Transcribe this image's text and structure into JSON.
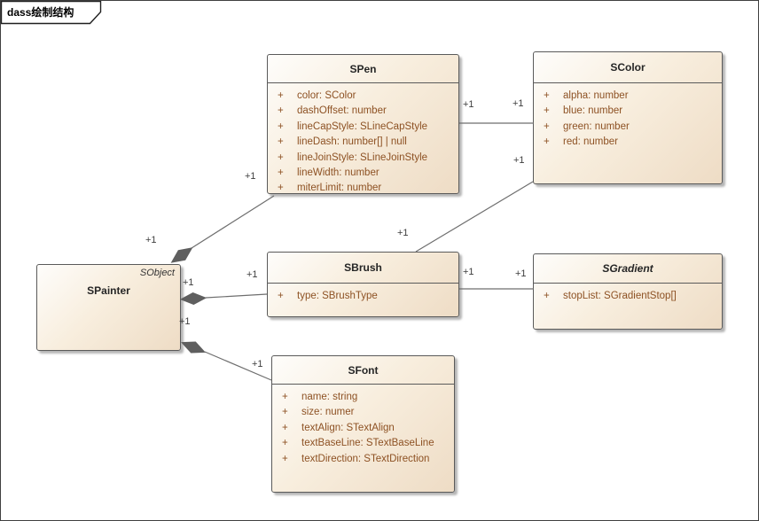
{
  "frame": {
    "label": "dass绘制结构"
  },
  "diagram": {
    "classes": [
      {
        "name": "SPainter",
        "stereotype": "SObject",
        "abstract": false,
        "attributes": []
      },
      {
        "name": "SPen",
        "abstract": false,
        "attributes": [
          {
            "vis": "+",
            "text": "color: SColor"
          },
          {
            "vis": "+",
            "text": "dashOffset: number"
          },
          {
            "vis": "+",
            "text": "lineCapStyle: SLineCapStyle"
          },
          {
            "vis": "+",
            "text": "lineDash: number[] | null"
          },
          {
            "vis": "+",
            "text": "lineJoinStyle: SLineJoinStyle"
          },
          {
            "vis": "+",
            "text": "lineWidth: number"
          },
          {
            "vis": "+",
            "text": "miterLimit: number"
          }
        ]
      },
      {
        "name": "SColor",
        "abstract": false,
        "attributes": [
          {
            "vis": "+",
            "text": "alpha: number"
          },
          {
            "vis": "+",
            "text": "blue: number"
          },
          {
            "vis": "+",
            "text": "green: number"
          },
          {
            "vis": "+",
            "text": "red: number"
          }
        ]
      },
      {
        "name": "SBrush",
        "abstract": false,
        "attributes": [
          {
            "vis": "+",
            "text": "type: SBrushType"
          }
        ]
      },
      {
        "name": "SGradient",
        "abstract": true,
        "attributes": [
          {
            "vis": "+",
            "text": "stopList: SGradientStop[]"
          }
        ]
      },
      {
        "name": "SFont",
        "abstract": false,
        "attributes": [
          {
            "vis": "+",
            "text": "name: string"
          },
          {
            "vis": "+",
            "text": "size: numer"
          },
          {
            "vis": "+",
            "text": "textAlign: STextAlign"
          },
          {
            "vis": "+",
            "text": "textBaseLine: STextBaseLine"
          },
          {
            "vis": "+",
            "text": "textDirection: STextDirection"
          }
        ]
      }
    ],
    "relations": [
      {
        "from": "SPainter",
        "to": "SPen",
        "type": "composition",
        "from_label": "+1",
        "to_label": "+1"
      },
      {
        "from": "SPainter",
        "to": "SBrush",
        "type": "composition",
        "from_label": "+1",
        "to_label": "+1"
      },
      {
        "from": "SPainter",
        "to": "SFont",
        "type": "composition",
        "from_label": "+1",
        "to_label": "+1"
      },
      {
        "from": "SPen",
        "to": "SColor",
        "type": "association",
        "from_label": "+1",
        "to_label": "+1"
      },
      {
        "from": "SBrush",
        "to": "SColor",
        "type": "association",
        "from_label": "+1",
        "to_label": "+1"
      },
      {
        "from": "SBrush",
        "to": "SGradient",
        "type": "association",
        "from_label": "+1",
        "to_label": "+1"
      }
    ],
    "colors": {
      "box_fill_top": "#fefdfb",
      "box_fill_bottom": "#eedcc5",
      "box_border": "#5a5a5a",
      "attribute_text": "#8d5123",
      "title_text": "#262626",
      "line": "#6e6e6e",
      "diamond": "#5f5f5f"
    }
  }
}
